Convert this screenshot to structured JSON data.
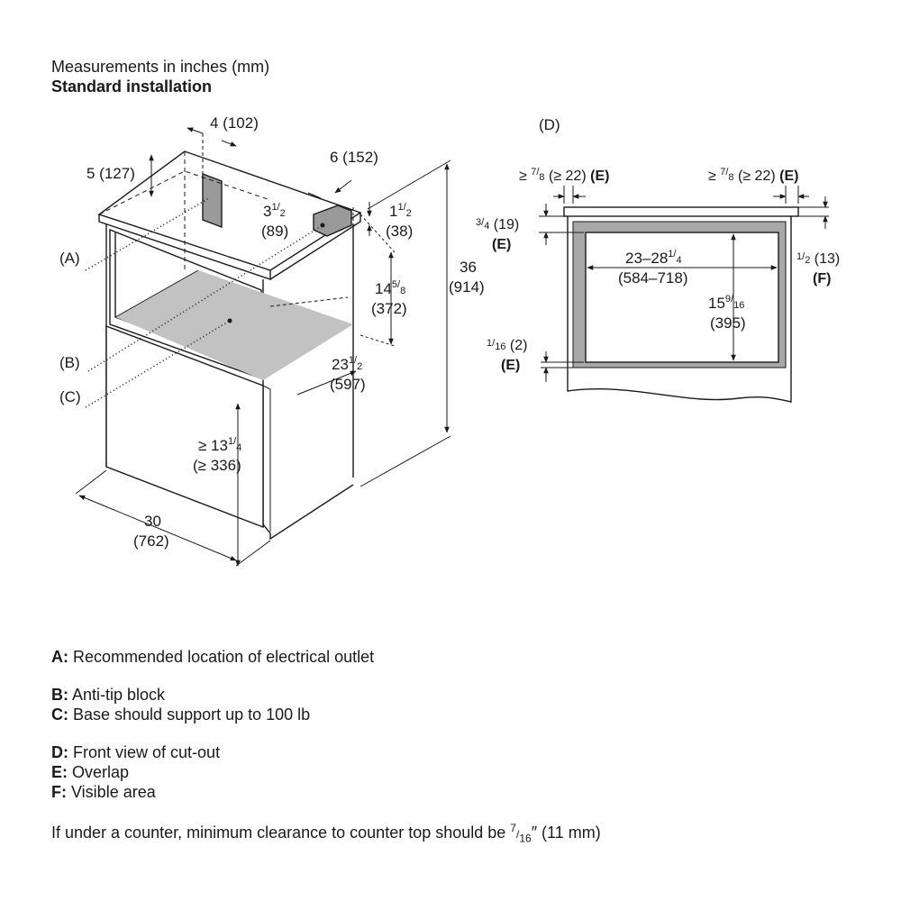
{
  "header": {
    "line1": "Measurements in inches (mm)",
    "line2": "Standard installation"
  },
  "side_view": {
    "dim_top_width": "4 (102)",
    "dim_back_depth": "5 (127)",
    "dim_block_offset": "6 (152)",
    "dim_block_depth": [
      "3",
      "1",
      "/",
      "2",
      "(89)"
    ],
    "dim_block_height": [
      "1",
      "1",
      "/",
      "2",
      "(38)"
    ],
    "dim_height": [
      "36",
      "(914)"
    ],
    "dim_opening_h": [
      "14",
      "5",
      "/",
      "8",
      "(372)"
    ],
    "dim_depth": [
      "23",
      "1",
      "/",
      "2",
      "(597)"
    ],
    "dim_base_h": [
      "≥ 13",
      "1",
      "/",
      "4",
      "(≥ 336)"
    ],
    "dim_width": [
      "30",
      "(762)"
    ],
    "label_a": "(A)",
    "label_b": "(B)",
    "label_c": "(C)"
  },
  "front_view": {
    "label_d": "(D)",
    "overlap_left": [
      "≥ ",
      "7",
      "/",
      "8",
      " (≥ 22) ",
      "(E)"
    ],
    "overlap_right": [
      "≥ ",
      "7",
      "/",
      "8",
      " (≥ 22) ",
      "(E)"
    ],
    "top_overlap": [
      "3",
      "/",
      "4",
      " (19)",
      "(E)"
    ],
    "right_visible": [
      "1",
      "/",
      "2",
      " (13)",
      "(F)"
    ],
    "width": [
      "23–28",
      "1",
      "/",
      "4",
      "(584–718)"
    ],
    "height": [
      "15",
      "9",
      "/",
      "16",
      "(395)"
    ],
    "bottom_overlap": [
      "1",
      "/",
      "16",
      " (2)",
      "(E)"
    ]
  },
  "legend": [
    {
      "key": "A:",
      "text": " Recommended location of electrical outlet"
    },
    {
      "key": "B:",
      "text": " Anti-tip block"
    },
    {
      "key": "C:",
      "text": " Base should support up to 100 lb"
    },
    {
      "key": "D:",
      "text": " Front view of cut-out"
    },
    {
      "key": "E:",
      "text": " Overlap"
    },
    {
      "key": "F:",
      "text": " Visible area"
    }
  ],
  "note": {
    "text": "If under a counter, minimum clearance to counter top should be ",
    "frac_num": "7",
    "frac_sep": "/",
    "frac_den": "16",
    "tail": "″ (11 mm)"
  },
  "colors": {
    "line": "#1a1a1a",
    "shelf_fill": "#c2c2c2",
    "panel_fill": "#9a9a9a",
    "cutout_frame": "#a8a8a8"
  }
}
